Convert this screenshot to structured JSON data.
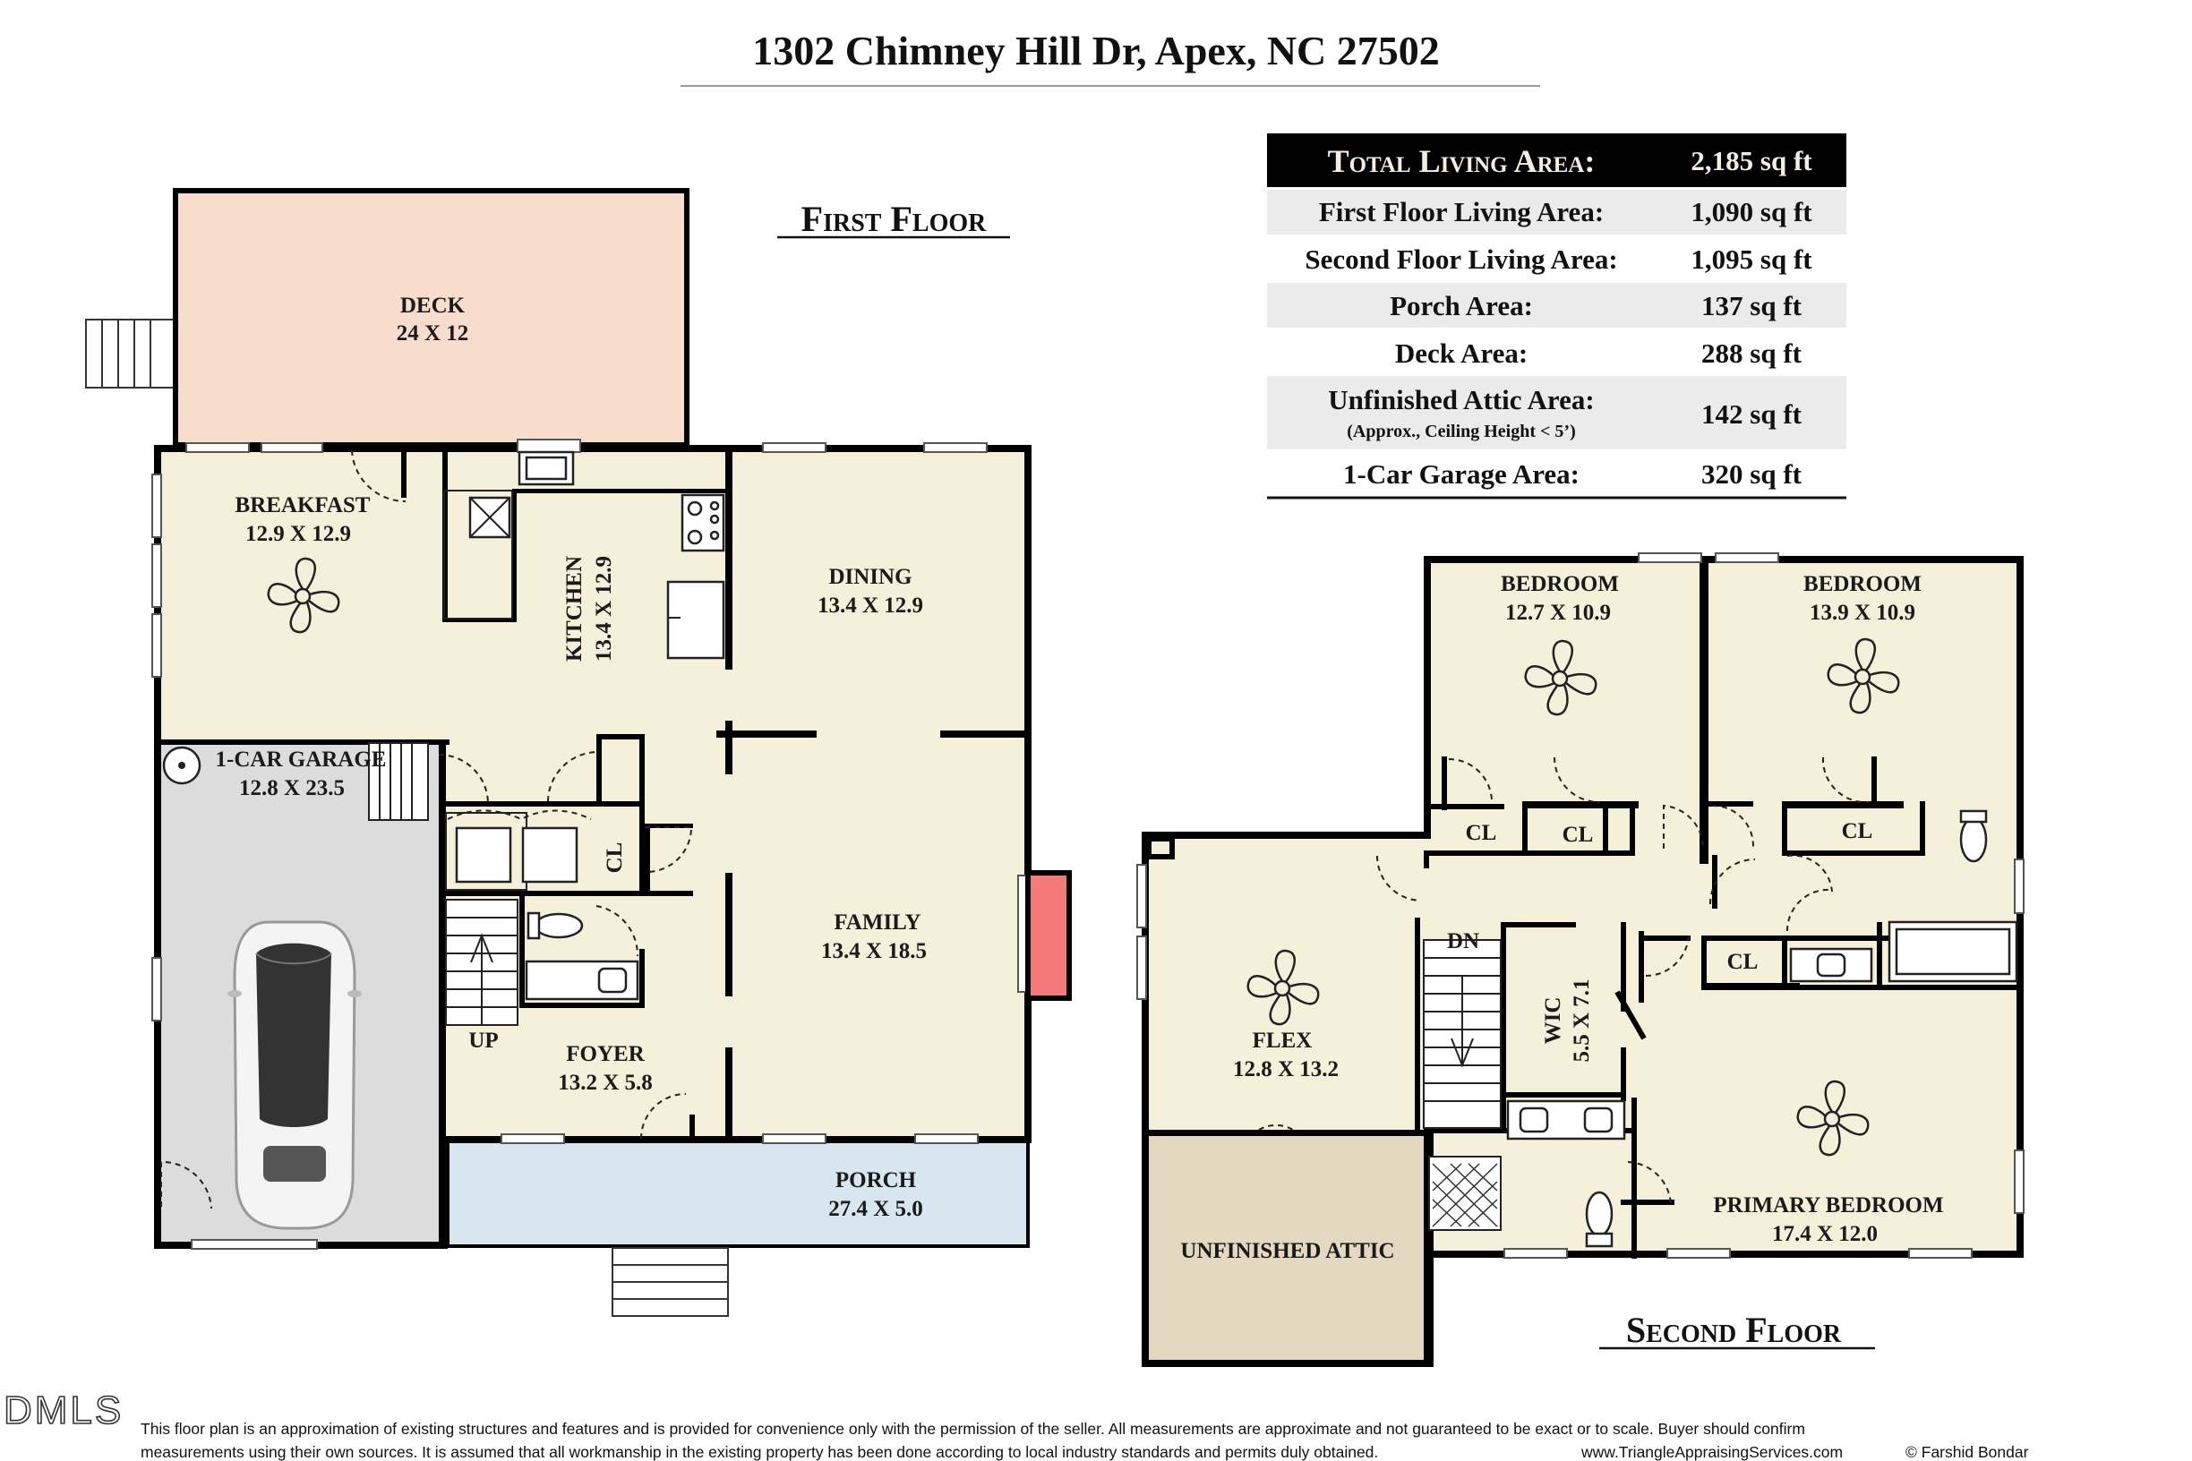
{
  "title": "1302 Chimney Hill Dr, Apex, NC 27502",
  "first_floor": {
    "heading": "First Floor",
    "rooms": {
      "deck": {
        "name": "DECK",
        "dims": "24 X 12"
      },
      "breakfast": {
        "name": "BREAKFAST",
        "dims": "12.9 X 12.9"
      },
      "kitchen": {
        "name": "KITCHEN",
        "dims": "13.4 X 12.9"
      },
      "dining": {
        "name": "DINING",
        "dims": "13.4 X 12.9"
      },
      "garage": {
        "name": "1-CAR GARAGE",
        "dims": "12.8 X 23.5"
      },
      "family": {
        "name": "FAMILY",
        "dims": "13.4 X 18.5"
      },
      "foyer": {
        "name": "FOYER",
        "dims": "13.2 X 5.8"
      },
      "porch": {
        "name": "PORCH",
        "dims": "27.4 X 5.0"
      },
      "closet": "CL",
      "stairs_up": "UP"
    }
  },
  "second_floor": {
    "heading": "Second Floor",
    "rooms": {
      "bedroom1": {
        "name": "BEDROOM",
        "dims": "12.7 X 10.9"
      },
      "bedroom2": {
        "name": "BEDROOM",
        "dims": "13.9 X 10.9"
      },
      "flex": {
        "name": "FLEX",
        "dims": "12.8 X 13.2"
      },
      "wic": {
        "name": "WIC",
        "dims": "5.5 X 7.1"
      },
      "primary": {
        "name": "PRIMARY BEDROOM",
        "dims": "17.4 X 12.0"
      },
      "attic": {
        "name": "UNFINISHED ATTIC"
      },
      "closet": "CL",
      "stairs_down": "DN"
    }
  },
  "area_table": {
    "header": {
      "label": "Total Living Area:",
      "value": "2,185 sq ft"
    },
    "rows": [
      {
        "label": "First Floor Living Area:",
        "value": "1,090 sq ft"
      },
      {
        "label": "Second Floor Living Area:",
        "value": "1,095 sq ft"
      },
      {
        "label": "Porch Area:",
        "value": "137 sq ft"
      },
      {
        "label": "Deck Area:",
        "value": "288 sq ft"
      },
      {
        "label": "Unfinished Attic Area:",
        "sub": "(Approx., Ceiling Height < 5’)",
        "value": "142 sq ft"
      },
      {
        "label": "1-Car Garage Area:",
        "value": "320 sq ft"
      }
    ]
  },
  "disclaimer": {
    "line1": "This floor plan is an approximation of existing structures and features and is provided for convenience only with the permission of the seller.  All measurements are approximate and not guaranteed to be exact or to scale.  Buyer should confirm",
    "line2": "measurements using their own sources.  It is assumed that all workmanship in the existing property has been done according to local industry standards and permits duly obtained.",
    "website": "www.TriangleAppraisingServices.com",
    "copyright": "© Farshid Bondar"
  },
  "watermark": "DMLS",
  "colors": {
    "room": "#f5f0da",
    "deck": "#f8dccc",
    "garage": "#dcdcdc",
    "porch": "#d8e6ef",
    "attic": "#e5d8c0",
    "fireplace": "#f47a7a",
    "header_bg": "#000000",
    "row_shade": "#ebebeb"
  }
}
